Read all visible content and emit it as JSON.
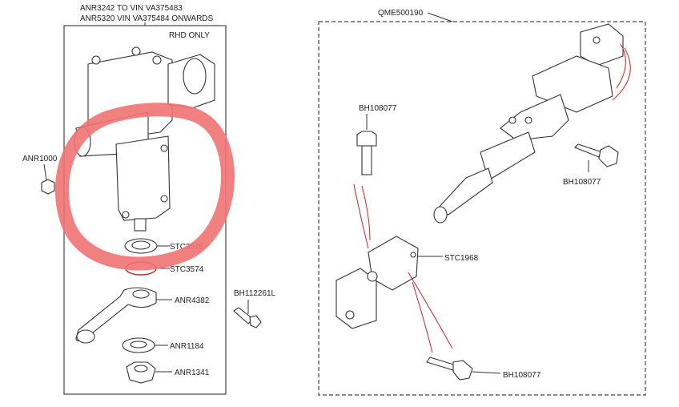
{
  "title_lines": [
    "ANR3242 TO VIN VA375483",
    "ANR5320 VIN VA375484 ONWARDS"
  ],
  "left_group": {
    "note": "RHD ONLY",
    "parts": [
      "ANR1000",
      "STC3575",
      "STC3574",
      "ANR4382",
      "ANR1184",
      "ANR1341"
    ]
  },
  "loose_part": "BH112261L",
  "right_group": {
    "title": "QME500190",
    "parts": [
      "BH108077",
      "BH108077",
      "STC1968",
      "BH108077"
    ]
  },
  "colors": {
    "highlight": "#f07272",
    "callout_lines": "#d42020"
  }
}
